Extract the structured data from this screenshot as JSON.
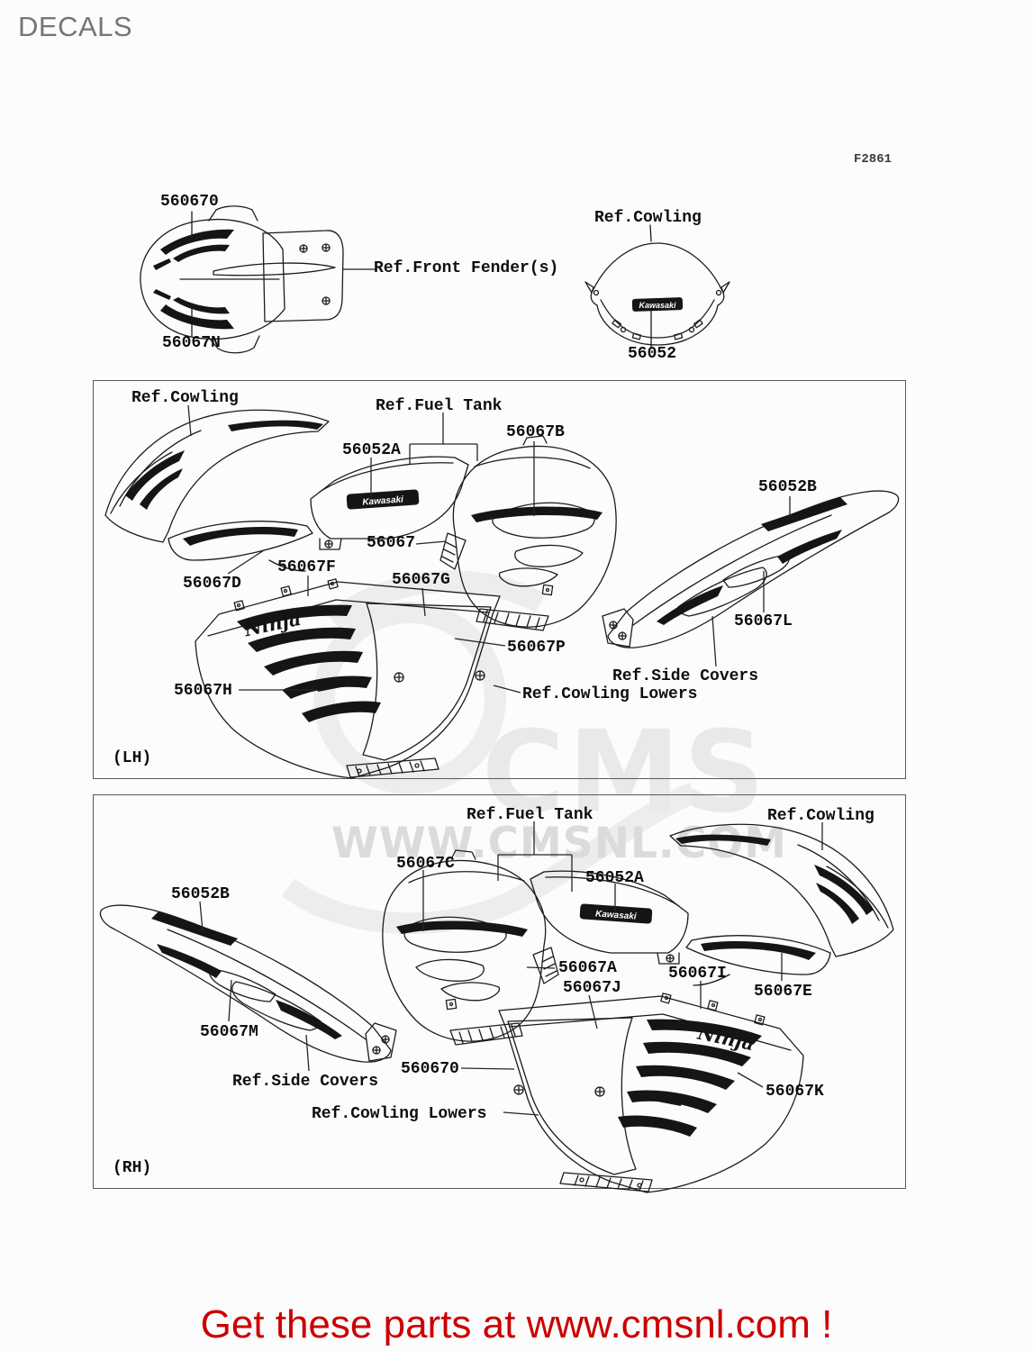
{
  "page": {
    "title": "DECALS",
    "figure_code": "F2861",
    "footer_text": "Get these parts at www.cmsnl.com !",
    "watermark": {
      "logo_text": "CMS",
      "url_text": "WWW.CMSNL.COM"
    },
    "colors": {
      "accent_red": "#cc0000",
      "line_black": "#1c1c1c",
      "watermark_gray": "#e0e0e0",
      "title_gray": "#757575"
    }
  },
  "decals": {
    "kawasaki": "Kawasaki",
    "ninja": "Ninja"
  },
  "top_section": {
    "front_fender": {
      "part_top": "560670",
      "part_bottom": "56067N",
      "ref": "Ref.Front Fender(s)"
    },
    "windscreen": {
      "ref": "Ref.Cowling",
      "part": "56052"
    }
  },
  "lh_panel": {
    "marker": "(LH)",
    "labels": {
      "ref_cowling": "Ref.Cowling",
      "ref_fuel_tank": "Ref.Fuel Tank",
      "p56052A": "56052A",
      "p56067B": "56067B",
      "p56067": "56067",
      "p56067D": "56067D",
      "p56067F": "56067F",
      "p56067G": "56067G",
      "p56052B": "56052B",
      "p56067L": "56067L",
      "p56067P": "56067P",
      "p56067H": "56067H",
      "ref_side_covers": "Ref.Side Covers",
      "ref_cowling_lowers": "Ref.Cowling Lowers"
    }
  },
  "rh_panel": {
    "marker": "(RH)",
    "labels": {
      "ref_fuel_tank": "Ref.Fuel Tank",
      "ref_cowling": "Ref.Cowling",
      "p56067C": "56067C",
      "p56052A": "56052A",
      "p56052B": "56052B",
      "p56067A": "56067A",
      "p56067J": "56067J",
      "p56067I": "56067I",
      "p56067E": "56067E",
      "p56067M": "56067M",
      "p560670": "560670",
      "p56067K": "56067K",
      "ref_side_covers": "Ref.Side Covers",
      "ref_cowling_lowers": "Ref.Cowling Lowers"
    }
  }
}
